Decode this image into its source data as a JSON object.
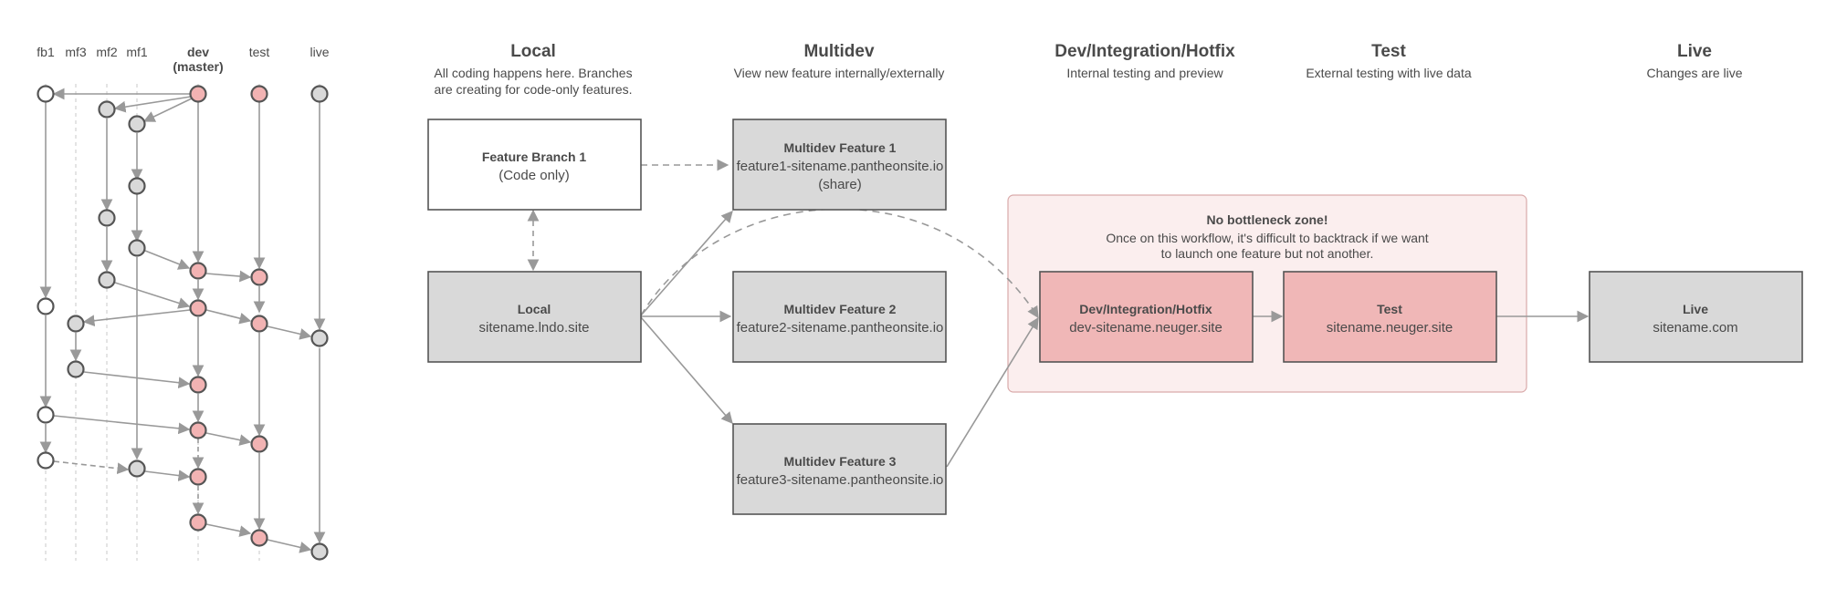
{
  "git_graph": {
    "lanes": [
      {
        "id": "fb1",
        "label": "fb1"
      },
      {
        "id": "mf3",
        "label": "mf3"
      },
      {
        "id": "mf2",
        "label": "mf2"
      },
      {
        "id": "mf1",
        "label": "mf1"
      },
      {
        "id": "dev",
        "label": "dev",
        "label2": "(master)"
      },
      {
        "id": "test",
        "label": "test"
      },
      {
        "id": "live",
        "label": "live"
      }
    ]
  },
  "columns": {
    "local": {
      "title": "Local",
      "subtitle_1": "All coding happens here. Branches",
      "subtitle_2": "are creating for code-only features."
    },
    "multidev": {
      "title": "Multidev",
      "subtitle_1": "View new feature internally/externally"
    },
    "dev": {
      "title": "Dev/Integration/Hotfix",
      "subtitle_1": "Internal testing and preview"
    },
    "test": {
      "title": "Test",
      "subtitle_1": "External testing with live data"
    },
    "live": {
      "title": "Live",
      "subtitle_1": "Changes are live"
    }
  },
  "boxes": {
    "feature_branch": {
      "title": "Feature Branch 1",
      "line1": "(Code only)"
    },
    "local": {
      "title": "Local",
      "line1": "sitename.lndo.site"
    },
    "multidev1": {
      "title": "Multidev Feature 1",
      "line1": "feature1-sitename.pantheonsite.io",
      "line2": "(share)"
    },
    "multidev2": {
      "title": "Multidev Feature 2",
      "line1": "feature2-sitename.pantheonsite.io"
    },
    "multidev3": {
      "title": "Multidev Feature 3",
      "line1": "feature3-sitename.pantheonsite.io"
    },
    "dev": {
      "title": "Dev/Integration/Hotfix",
      "line1": "dev-sitename.neuger.site"
    },
    "test": {
      "title": "Test",
      "line1": "sitename.neuger.site"
    },
    "live": {
      "title": "Live",
      "line1": "sitename.com"
    }
  },
  "zone": {
    "title": "No bottleneck zone!",
    "line1": "Once on this workflow, it's difficult to backtrack if we want",
    "line2": "to launch one feature but not another."
  },
  "colors": {
    "stroke": "#555555",
    "arrow": "#999999",
    "box_gray": "#d9d9d9",
    "box_pink": "#f0b7b7",
    "node_gray": "#d9d9d9",
    "node_pink": "#f2b3b3",
    "zone_fill": "#fbeeee",
    "zone_stroke": "#d9aaaa"
  }
}
